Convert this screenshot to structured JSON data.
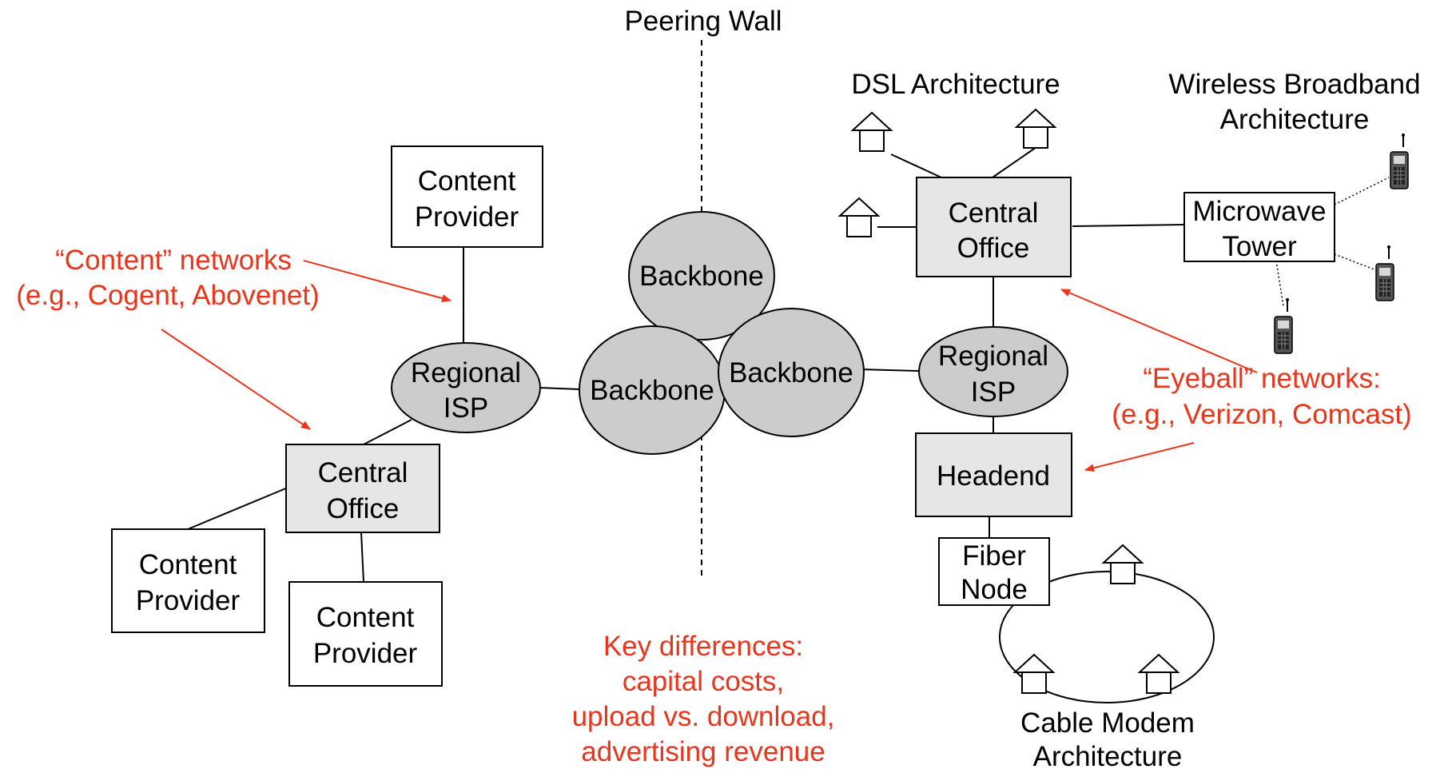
{
  "peering_wall": "Peering Wall",
  "labels": {
    "dsl_architecture": "DSL Architecture",
    "wireless_line1": "Wireless Broadband",
    "wireless_line2": "Architecture",
    "cable_line1": "Cable Modem",
    "cable_line2": "Architecture"
  },
  "nodes": {
    "content_provider_top": [
      "Content",
      "Provider"
    ],
    "content_provider_left": [
      "Content",
      "Provider"
    ],
    "content_provider_bottom": [
      "Content",
      "Provider"
    ],
    "central_office_left": [
      "Central",
      "Office"
    ],
    "central_office_right": [
      "Central",
      "Office"
    ],
    "regional_isp_left": [
      "Regional",
      "ISP"
    ],
    "regional_isp_right": [
      "Regional",
      "ISP"
    ],
    "backbone_top": "Backbone",
    "backbone_left": "Backbone",
    "backbone_right": "Backbone",
    "microwave_tower": [
      "Microwave",
      "Tower"
    ],
    "headend": "Headend",
    "fiber_node": [
      "Fiber",
      "Node"
    ]
  },
  "annotations": {
    "content_networks": [
      "“Content” networks",
      "(e.g., Cogent, Abovenet)"
    ],
    "eyeball_networks": [
      "“Eyeball” networks:",
      "(e.g., Verizon, Comcast)"
    ],
    "key_differences": [
      "Key differences:",
      "capital costs,",
      "upload vs. download,",
      "advertising revenue"
    ]
  },
  "colors": {
    "annotation": "#e8351b",
    "node_fill": "#cccccc",
    "box_fill": "#e6e6e6",
    "stroke": "#000000"
  }
}
